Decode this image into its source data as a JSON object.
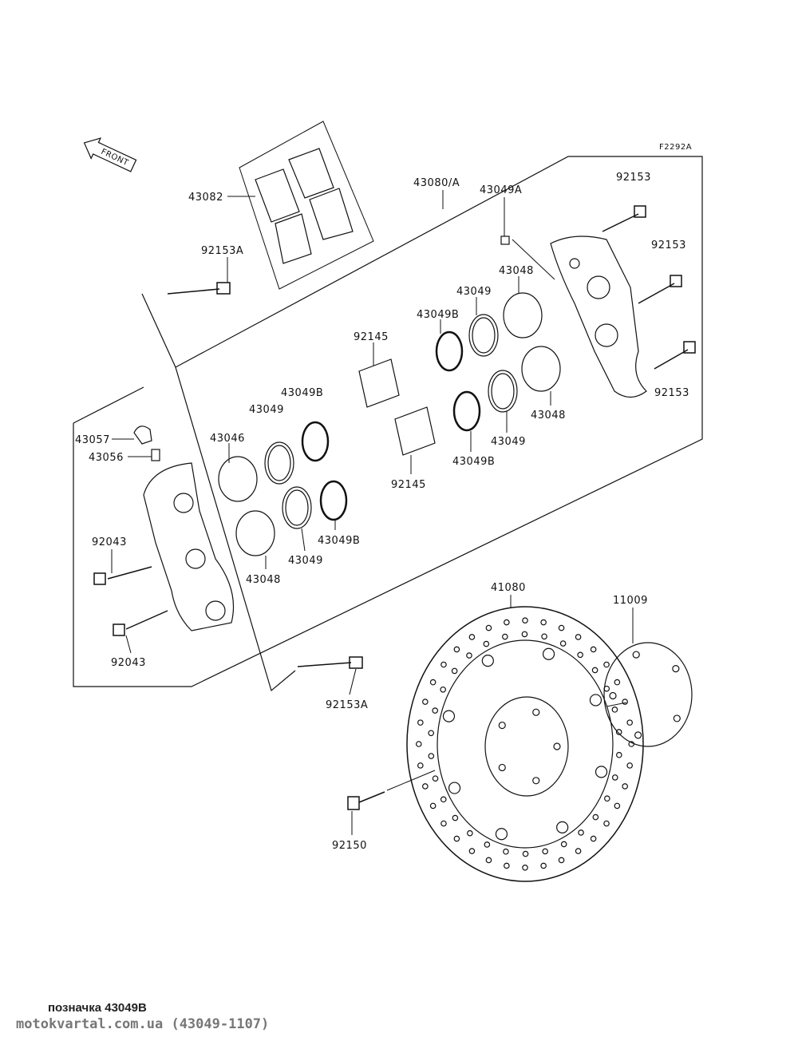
{
  "diagram": {
    "code": "F2292A",
    "front_label": "FRONT",
    "labels": [
      {
        "id": "l1",
        "text": "43082"
      },
      {
        "id": "l2",
        "text": "43080/A"
      },
      {
        "id": "l3",
        "text": "92153"
      },
      {
        "id": "l4",
        "text": "43049A"
      },
      {
        "id": "l5",
        "text": "92153"
      },
      {
        "id": "l6",
        "text": "43048"
      },
      {
        "id": "l7",
        "text": "43049"
      },
      {
        "id": "l8",
        "text": "43049B"
      },
      {
        "id": "l9",
        "text": "92145"
      },
      {
        "id": "l10",
        "text": "92153"
      },
      {
        "id": "l11",
        "text": "43048"
      },
      {
        "id": "l12",
        "text": "43049"
      },
      {
        "id": "l13",
        "text": "43049B"
      },
      {
        "id": "l14",
        "text": "92145"
      },
      {
        "id": "l15",
        "text": "43049B"
      },
      {
        "id": "l16",
        "text": "43049"
      },
      {
        "id": "l17",
        "text": "43046"
      },
      {
        "id": "l18",
        "text": "43057"
      },
      {
        "id": "l19",
        "text": "43056"
      },
      {
        "id": "l20",
        "text": "92153A"
      },
      {
        "id": "l21",
        "text": "92043"
      },
      {
        "id": "l22",
        "text": "43049B"
      },
      {
        "id": "l23",
        "text": "43049"
      },
      {
        "id": "l24",
        "text": "43048"
      },
      {
        "id": "l25",
        "text": "92043"
      },
      {
        "id": "l26",
        "text": "41080"
      },
      {
        "id": "l27",
        "text": "11009"
      },
      {
        "id": "l28",
        "text": "92153A"
      },
      {
        "id": "l29",
        "text": "92150"
      }
    ]
  },
  "footer": {
    "caption": "позначка 43049B",
    "site": "motokvartal.com.ua (43049-1107)"
  }
}
